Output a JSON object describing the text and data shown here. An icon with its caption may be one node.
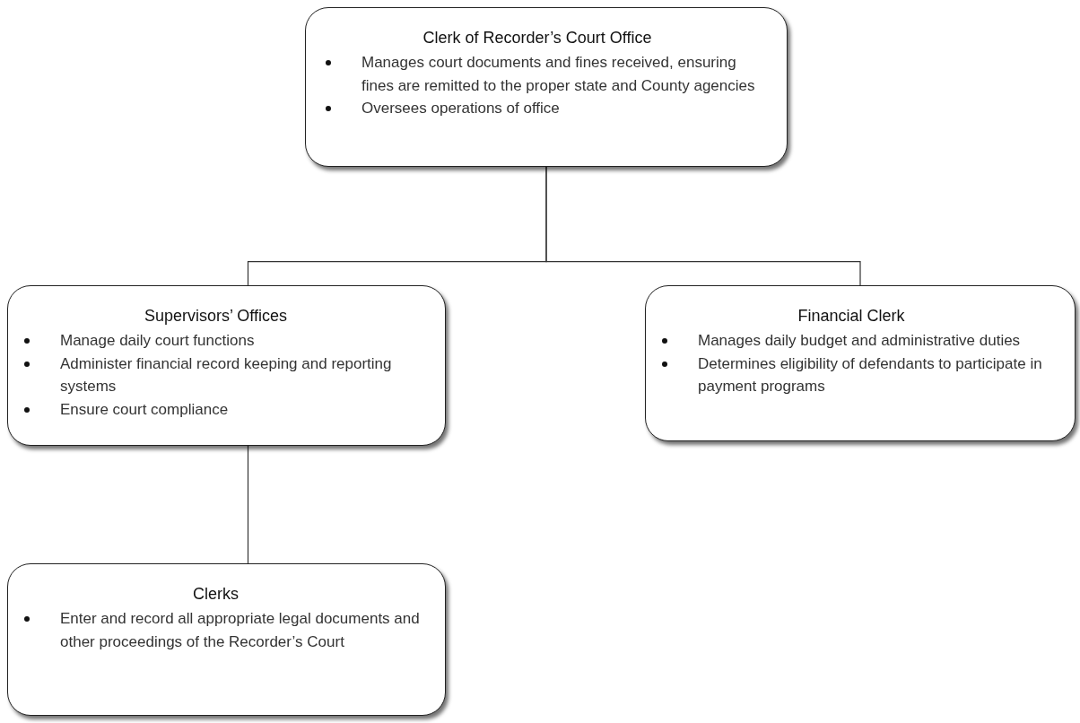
{
  "diagram": {
    "nodes": [
      {
        "text": [
          "Clerk of Recorder’s Court Office",
          "Manages court documents and fines received, ensuring fines are remitted to the proper state and County agencies",
          "Oversees operations of office"
        ]
      },
      {
        "text": [
          "Supervisors’ Offices",
          "Manage daily court functions",
          "Administer financial record keeping and reporting systems",
          "Ensure court compliance"
        ]
      },
      {
        "text": [
          "Financial Clerk",
          "Manages daily budget and administrative duties",
          "Determines eligibility of defendants to participate in payment programs"
        ]
      },
      {
        "text": [
          "Clerks",
          "Enter and record all appropriate legal documents and other proceedings of the Recorder’s Court"
        ]
      }
    ],
    "edges": [
      {
        "from": 0,
        "to": 1,
        "arrow": "none"
      },
      {
        "from": 0,
        "to": 2,
        "arrow": "none"
      },
      {
        "from": 1,
        "to": 3,
        "arrow": "none"
      }
    ]
  }
}
